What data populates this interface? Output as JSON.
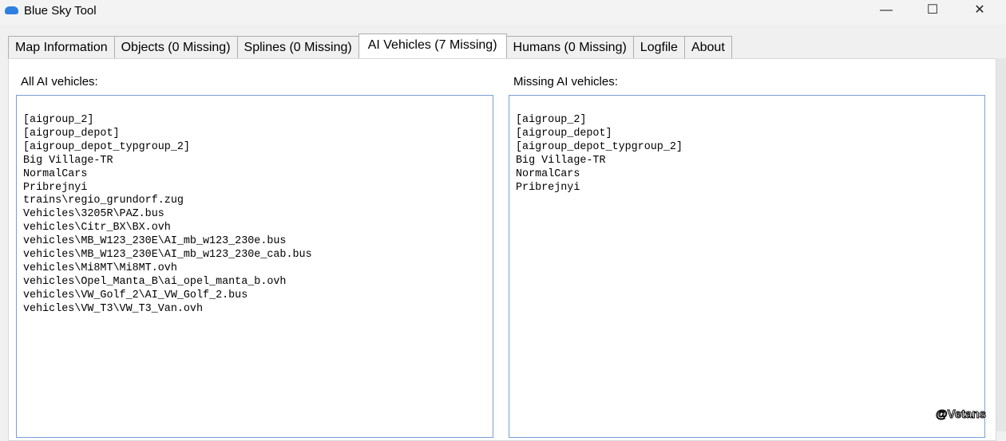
{
  "window": {
    "title": "Blue Sky Tool",
    "minimize": "—",
    "maximize": "☐",
    "close": "✕"
  },
  "tabs": [
    "Map Information",
    "Objects (0 Missing)",
    "Splines (0 Missing)",
    "AI Vehicles (7 Missing)",
    "Humans (0 Missing)",
    "Logfile",
    "About"
  ],
  "active_tab": 3,
  "all_label": "All AI vehicles:",
  "missing_label": "Missing AI vehicles:",
  "all_vehicles": [
    "[aigroup_2]",
    "[aigroup_depot]",
    "[aigroup_depot_typgroup_2]",
    "Big Village-TR",
    "NormalCars",
    "Pribrejnyi",
    "trains\\regio_grundorf.zug",
    "Vehicles\\3205R\\PAZ.bus",
    "vehicles\\Citr_BX\\BX.ovh",
    "vehicles\\MB_W123_230E\\AI_mb_w123_230e.bus",
    "vehicles\\MB_W123_230E\\AI_mb_w123_230e_cab.bus",
    "vehicles\\Mi8MT\\Mi8MT.ovh",
    "vehicles\\Opel_Manta_B\\ai_opel_manta_b.ovh",
    "vehicles\\VW_Golf_2\\AI_VW_Golf_2.bus",
    "vehicles\\VW_T3\\VW_T3_Van.ovh"
  ],
  "missing_vehicles": [
    "[aigroup_2]",
    "[aigroup_depot]",
    "[aigroup_depot_typgroup_2]",
    "Big Village-TR",
    "NormalCars",
    "Pribrejnyi"
  ],
  "watermark": "@Vetans"
}
